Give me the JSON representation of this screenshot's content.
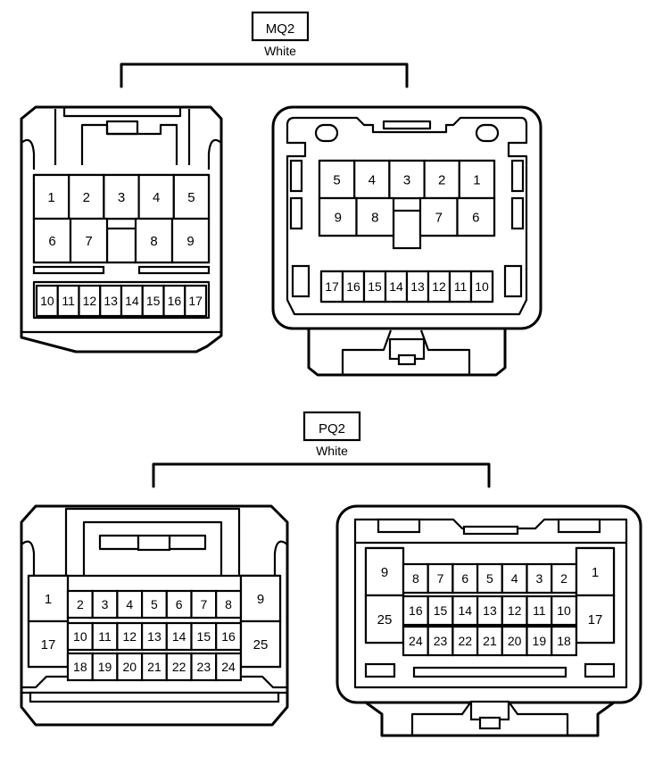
{
  "mq2": {
    "title": "MQ2",
    "color": "White",
    "left": {
      "top_row": [
        "1",
        "2",
        "3",
        "4",
        "5"
      ],
      "mid_row": [
        "6",
        "7",
        "8",
        "9"
      ],
      "bottom_row": [
        "10",
        "11",
        "12",
        "13",
        "14",
        "15",
        "16",
        "17"
      ]
    },
    "right": {
      "top_row": [
        "5",
        "4",
        "3",
        "2",
        "1"
      ],
      "mid_row": [
        "9",
        "8",
        "7",
        "6"
      ],
      "bottom_row": [
        "17",
        "16",
        "15",
        "14",
        "13",
        "12",
        "11",
        "10"
      ]
    }
  },
  "pq2": {
    "title": "PQ2",
    "color": "White",
    "left": {
      "side_left": [
        "1",
        "17"
      ],
      "side_right": [
        "9",
        "25"
      ],
      "row1": [
        "2",
        "3",
        "4",
        "5",
        "6",
        "7",
        "8"
      ],
      "row2": [
        "10",
        "11",
        "12",
        "13",
        "14",
        "15",
        "16"
      ],
      "row3": [
        "18",
        "19",
        "20",
        "21",
        "22",
        "23",
        "24"
      ]
    },
    "right": {
      "side_left": [
        "9",
        "25"
      ],
      "side_right": [
        "1",
        "17"
      ],
      "row1": [
        "8",
        "7",
        "6",
        "5",
        "4",
        "3",
        "2"
      ],
      "row2": [
        "16",
        "15",
        "14",
        "13",
        "12",
        "11",
        "10"
      ],
      "row3": [
        "24",
        "23",
        "22",
        "21",
        "20",
        "19",
        "18"
      ]
    }
  }
}
